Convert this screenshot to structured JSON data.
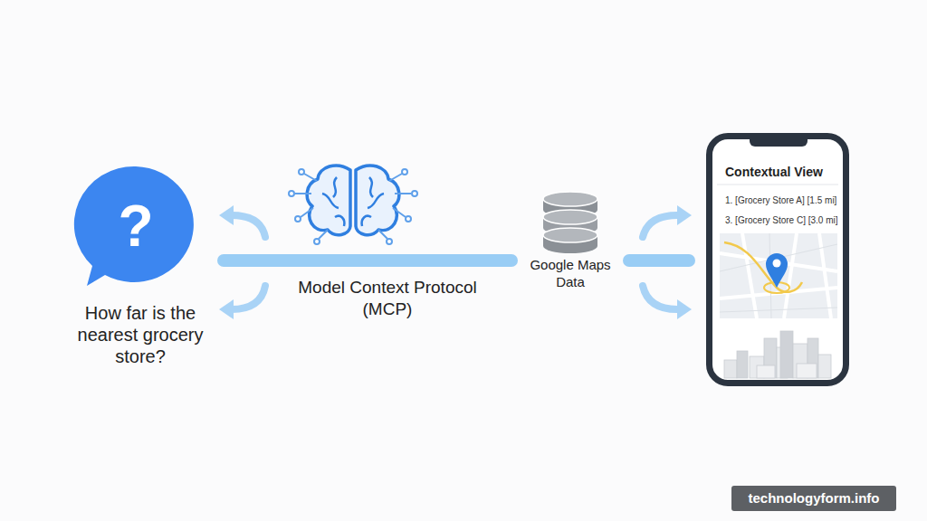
{
  "diagram": {
    "nodes": [
      {
        "text": [
          "?",
          "How far is the nearest grocery store?"
        ]
      },
      {
        "text": [
          "Google Maps Data"
        ]
      },
      {
        "text": [
          "Contextual View",
          "1. [Grocery Store A] [1.5 mi]",
          "3. [Grocery Store C] [3.0 mi]"
        ]
      }
    ],
    "edges": [
      {
        "from": 0,
        "to": 1,
        "arrow": "none",
        "label": "Model Context Protocol (MCP)"
      },
      {
        "from": 1,
        "to": 2,
        "arrow": "none"
      }
    ],
    "labels": [
      "technologyform.info"
    ]
  }
}
